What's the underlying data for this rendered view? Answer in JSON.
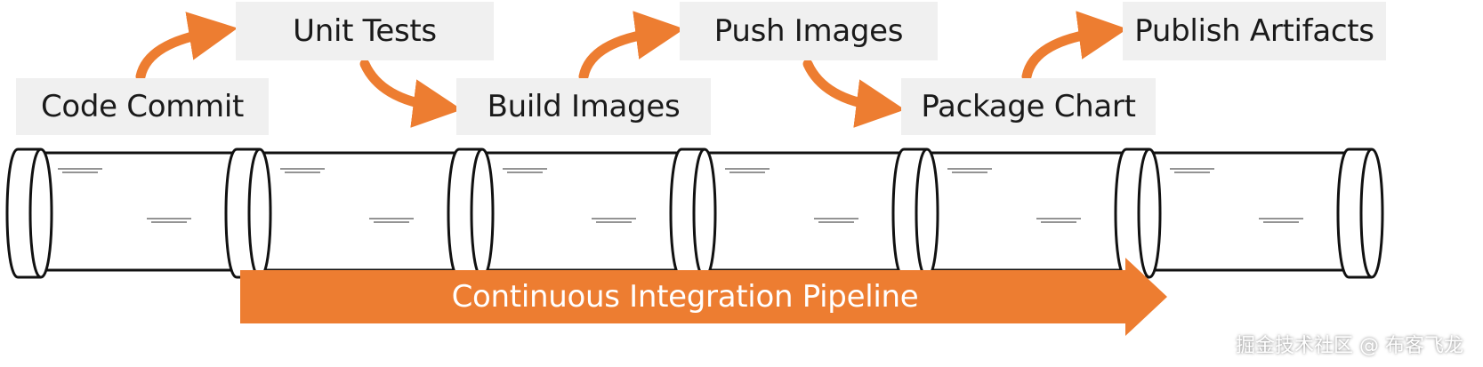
{
  "stages": {
    "code_commit": "Code Commit",
    "unit_tests": "Unit Tests",
    "build_images": "Build Images",
    "push_images": "Push Images",
    "package_chart": "Package Chart",
    "publish_artifacts": "Publish Artifacts"
  },
  "banner": {
    "label": "Continuous Integration Pipeline"
  },
  "watermark": "掘金技术社区 @ 布客飞龙",
  "colors": {
    "accent": "#ed7d31",
    "box_background": "#f0f0f0",
    "pipe_stroke": "#111111"
  }
}
